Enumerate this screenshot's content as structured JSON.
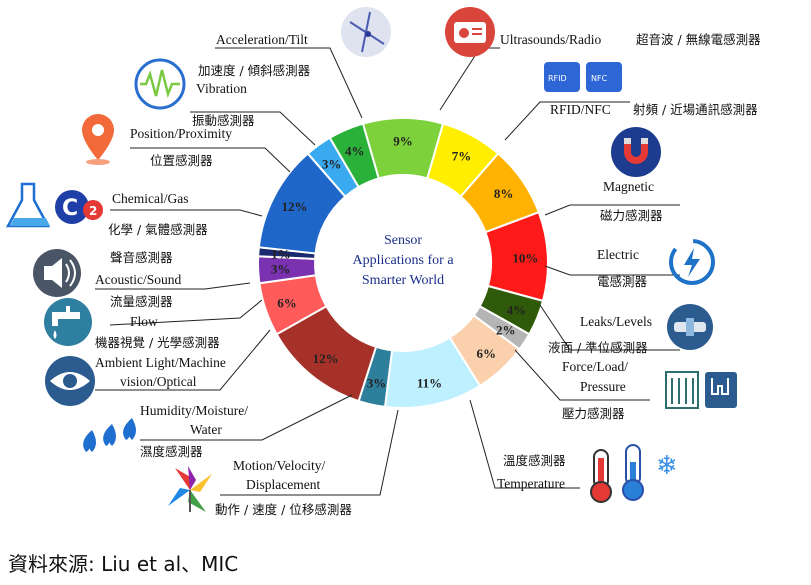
{
  "chart_data": {
    "type": "pie",
    "title": "Sensor Applications for a Smarter World",
    "slices": [
      {
        "label_en": "Acceleration/Tilt",
        "label_zh": "加速度 / 傾斜感測器",
        "value": 9,
        "pct_text": "9%",
        "color": "#7dd13a"
      },
      {
        "label_en": "Ultrasounds/Radio",
        "label_zh": "超音波 / 無線電感測器",
        "value": 7,
        "pct_text": "7%",
        "color": "#ffee00"
      },
      {
        "label_en": "RFID/NFC",
        "label_zh": "射頻 / 近場通訊感測器",
        "value": 8,
        "pct_text": "8%",
        "color": "#ffb300"
      },
      {
        "label_en": "Magnetic",
        "label_zh": "磁力感測器",
        "value": 10,
        "pct_text": "10%",
        "color": "#ff1a1a"
      },
      {
        "label_en": "Electric",
        "label_zh": "電感測器",
        "value": 4,
        "pct_text": "4%",
        "color": "#2f5a0a"
      },
      {
        "label_en": "Leaks/Levels",
        "label_zh": "液面 / 準位感測器",
        "value": 2,
        "pct_text": "2%",
        "color": "#b5b5b5"
      },
      {
        "label_en": "Force/Load/Pressure",
        "label_zh": "壓力感測器",
        "value": 6,
        "pct_text": "6%",
        "color": "#fbd0ad"
      },
      {
        "label_en": "Temperature",
        "label_zh": "溫度感測器",
        "value": 11,
        "pct_text": "11%",
        "color": "#bff0ff"
      },
      {
        "label_en": "",
        "label_zh": "",
        "value": 3,
        "pct_text": "3%",
        "color": "#2e7f9c"
      },
      {
        "label_en": "Motion/Velocity/Displacement",
        "label_zh": "動作 / 速度 / 位移感測器",
        "value": 12,
        "pct_text": "12%",
        "color": "#a53128"
      },
      {
        "label_en": "Humidity/Moisture/Water",
        "label_zh": "濕度感測器",
        "value": 6,
        "pct_text": "6%",
        "color": "#ff5b5b"
      },
      {
        "label_en": "Ambient Light/Machine vision/Optical",
        "label_zh": "機器視覺 / 光學感測器",
        "value": 3,
        "pct_text": "3%",
        "color": "#7a32b0"
      },
      {
        "label_en": "Flow",
        "label_zh": "流量感測器",
        "value": 1,
        "pct_text": "1%",
        "color": "#1a2a70"
      },
      {
        "label_en": "Acoustic/Sound",
        "label_zh": "聲音感測器",
        "value": 12,
        "pct_text": "12%",
        "color": "#1f66c9"
      },
      {
        "label_en": "Chemical/Gas",
        "label_zh": "化學 / 氣體感測器",
        "value": 3,
        "pct_text": "3%",
        "color": "#3aaaf0"
      },
      {
        "label_en": "Position/Proximity",
        "label_zh": "位置感測器",
        "value": 4,
        "pct_text": "4%",
        "color": "#2ab13a"
      },
      {
        "label_en": "Vibration",
        "label_zh": "振動感測器",
        "value": 0,
        "pct_text": "",
        "color": "#2ab13a"
      }
    ],
    "center_label_lines": [
      "Sensor",
      "Applications for a",
      "Smarter World"
    ]
  },
  "labels": {
    "accel_en": "Acceleration/Tilt",
    "accel_zh": "加速度 / 傾斜感測器",
    "vibration_en": "Vibration",
    "vibration_zh": "振動感測器",
    "position_en": "Position/Proximity",
    "position_zh": "位置感測器",
    "chemical_en": "Chemical/Gas",
    "chemical_zh": "化學 / 氣體感測器",
    "acoustic_zh": "聲音感測器",
    "acoustic_en": "Acoustic/Sound",
    "flow_zh": "流量感測器",
    "flow_en": "Flow",
    "light_zh": "機器視覺 / 光學感測器",
    "light_en_1": "Ambient Light/Machine",
    "light_en_2": "vision/Optical",
    "humidity_en_1": "Humidity/Moisture/",
    "humidity_en_2": "Water",
    "humidity_zh": "濕度感測器",
    "motion_en_1": "Motion/Velocity/",
    "motion_en_2": "Displacement",
    "motion_zh": "動作 / 速度 / 位移感測器",
    "ultra_en": "Ultrasounds/Radio",
    "ultra_zh": "超音波 / 無線電感測器",
    "rfid_en": "RFID/NFC",
    "rfid_zh": "射頻 / 近場通訊感測器",
    "magnetic_en": "Magnetic",
    "magnetic_zh": "磁力感測器",
    "electric_en": "Electric",
    "electric_zh": "電感測器",
    "leaks_en": "Leaks/Levels",
    "leaks_zh": "液面 / 準位感測器",
    "force_en_1": "Force/Load/",
    "force_en_2": "Pressure",
    "force_zh": "壓力感測器",
    "temp_zh": "溫度感測器",
    "temp_en": "Temperature",
    "icon_rfid_text": "RFID",
    "icon_nfc_text": "NFC",
    "icon_co2_text": "C",
    "icon_co2_sub": "2"
  },
  "source": "資料來源: Liu et al、MIC",
  "icons": [
    "accelerometer-icon",
    "radio-icon",
    "rfid-icon",
    "nfc-icon",
    "magnet-icon",
    "electric-icon",
    "level-sensor-icon",
    "pressure-icon",
    "thermometer-icon",
    "pinwheel-icon",
    "water-drops-icon",
    "eye-icon",
    "faucet-icon",
    "speaker-icon",
    "flask-icon",
    "co2-icon",
    "location-pin-icon",
    "vibration-icon"
  ]
}
